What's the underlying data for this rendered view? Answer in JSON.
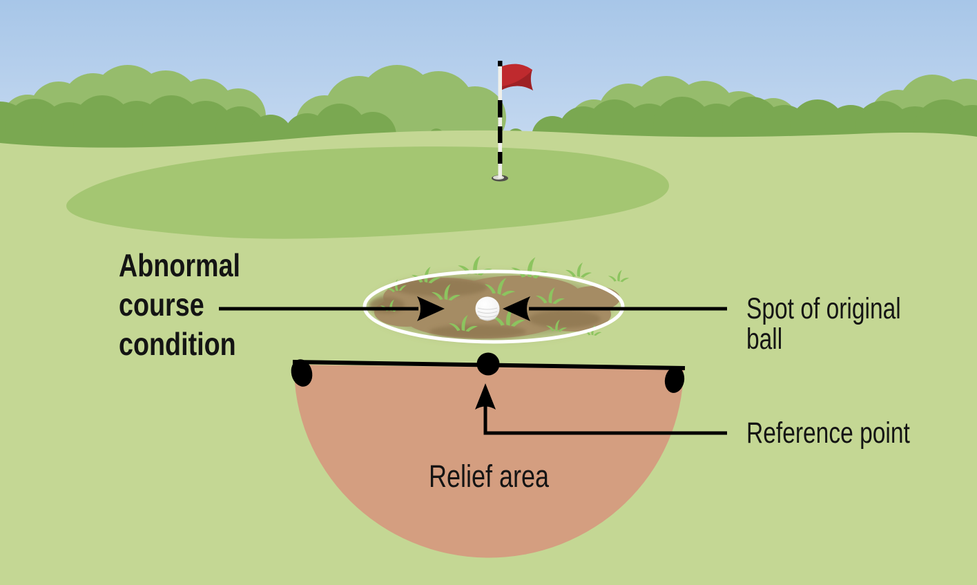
{
  "labels": {
    "abnormal_condition": "Abnormal course condition",
    "spot_of_original_ball": "Spot of original ball",
    "reference_point": "Reference point",
    "relief_area": "Relief area"
  },
  "colors": {
    "sky-top": "#a7c6e8",
    "sky-bottom": "#cfdff3",
    "bush-light": "#96bc6c",
    "bush-dark": "#7aa851",
    "grass-light": "#c4d794",
    "green-mid": "#a4c672",
    "relief-pink": "#d49e80",
    "mud": "#a58c64",
    "mud-dark": "#8d7650",
    "mud-halo": "#7e6f4a",
    "grass-tuft": "#8cc45f",
    "flag-red": "#bf2a2e",
    "flag-red-dark": "#9e2125",
    "pole-white": "#f0f0ea",
    "line-ink": "#000000",
    "label-ink": "#141414",
    "ball-white": "#ffffff",
    "ball-shade": "#d2d2d2"
  }
}
